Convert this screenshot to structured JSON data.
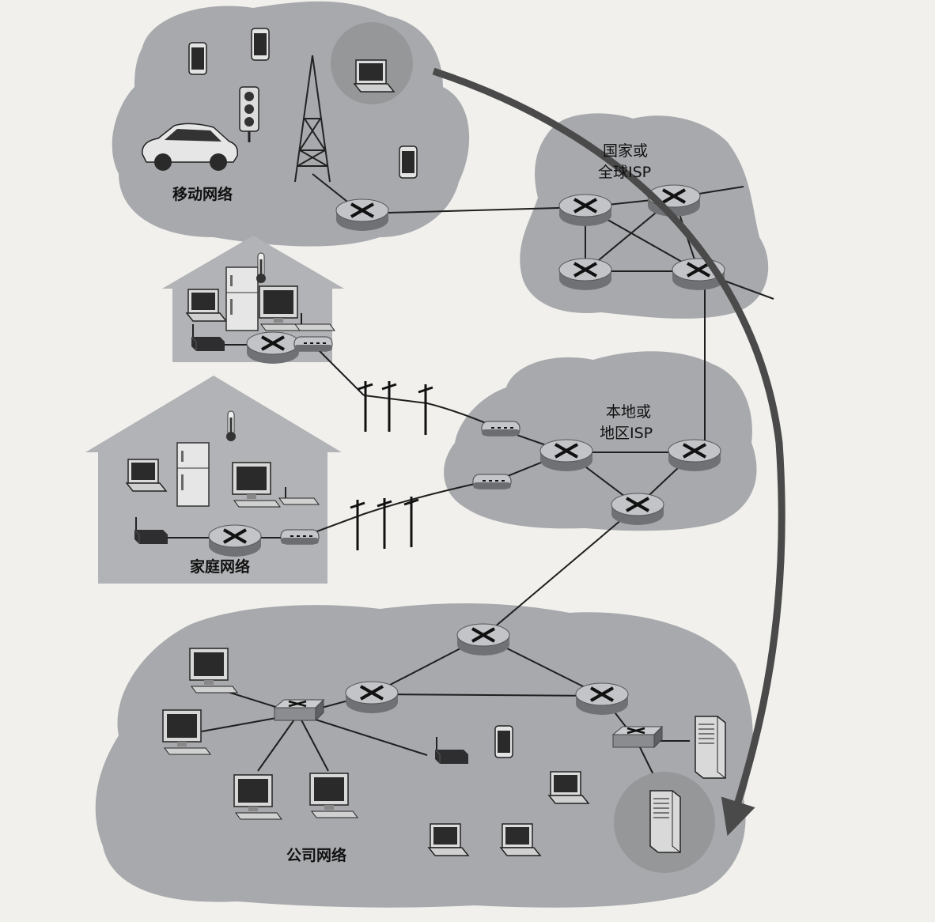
{
  "labels": {
    "mobile_network": "移动网络",
    "national_isp_line1": "国家或",
    "national_isp_line2": "全球ISP",
    "local_isp_line1": "本地或",
    "local_isp_line2": "地区ISP",
    "home_network": "家庭网络",
    "enterprise_network": "公司网络"
  },
  "colors": {
    "cloud": "#a7a9ad",
    "page": "#f1f0ec",
    "arrow": "#4a4a4a",
    "router": "#9a9ca0"
  },
  "icons": [
    "router-icon",
    "switch-icon",
    "modem-icon",
    "laptop-icon",
    "desktop-icon",
    "phone-icon",
    "tablet-icon",
    "car-icon",
    "traffic-light-icon",
    "cell-tower-icon",
    "fridge-icon",
    "thermometer-icon",
    "keyboard-icon",
    "server-icon",
    "utility-pole-icon"
  ]
}
